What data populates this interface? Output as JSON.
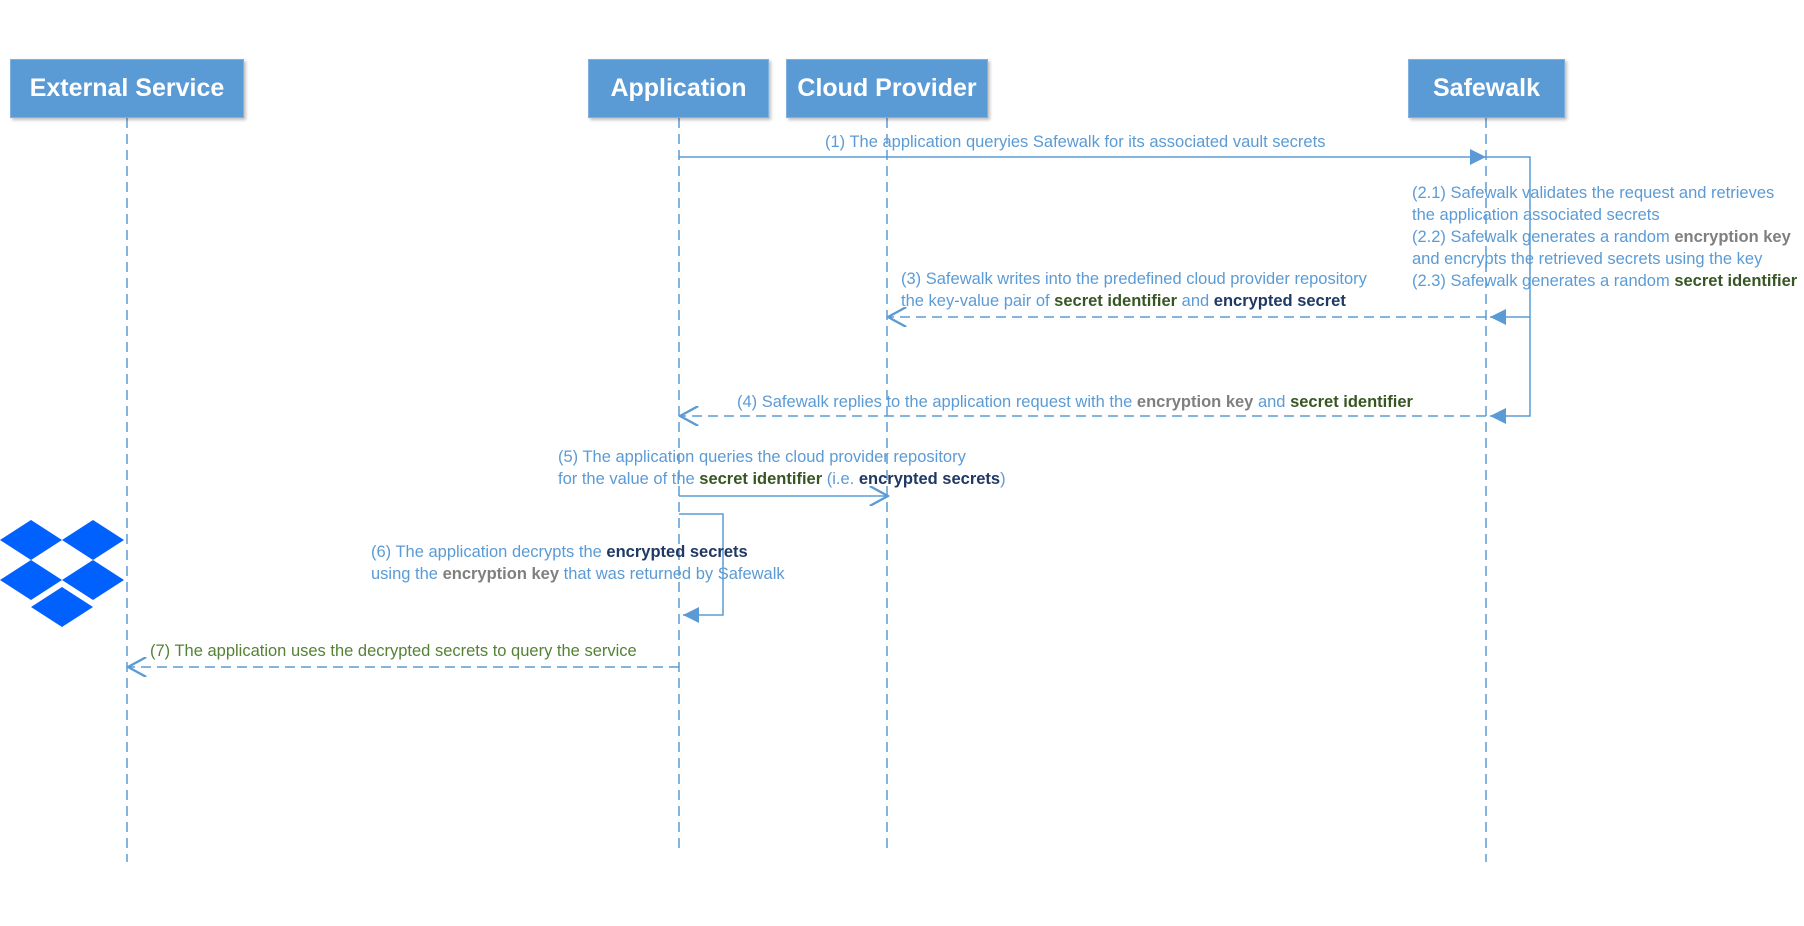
{
  "actors": {
    "external": "External Service",
    "application": "Application",
    "cloud": "Cloud Provider",
    "safewalk": "Safewalk"
  },
  "messages": {
    "m1": "(1) The application queryies Safewalk for its associated vault secrets",
    "m2_1a": "(2.1) Safewalk validates the request and retrieves",
    "m2_1b": "the application associated secrets",
    "m2_2a_pre": "(2.2) Safewalk generates a random ",
    "m2_2a_bold": "encryption key",
    "m2_2b": "and encrypts the retrieved secrets using the key",
    "m2_3_pre": "(2.3) Safewalk generates a random ",
    "m2_3_bold": "secret identifier",
    "m3a": "(3) Safewalk writes into the predefined cloud provider repository",
    "m3b_pre": "the key-value pair of ",
    "m3b_bold1": "secret identifier",
    "m3b_mid": " and ",
    "m3b_bold2": "encrypted secret",
    "m4_pre": "(4) Safewalk replies to the application request with the ",
    "m4_bold1": "encryption key",
    "m4_mid": " and ",
    "m4_bold2": "secret identifier",
    "m5a": "(5) The application queries the cloud provider repository",
    "m5b_pre": "for the value of the ",
    "m5b_bold1": "secret identifier",
    "m5b_mid": " (i.e. ",
    "m5b_bold2": "encrypted secrets",
    "m5b_post": ")",
    "m6a_pre": "(6) The application decrypts the ",
    "m6a_bold": "encrypted secrets",
    "m6b_pre": "using the ",
    "m6b_bold": "encryption key",
    "m6b_post": " that was returned by Safewalk",
    "m7": "(7) The application uses the decrypted secrets to query the service"
  },
  "icons": {
    "service_logo": "dropbox-logo-icon"
  },
  "colors": {
    "actor_fill": "#5b9bd5",
    "lifeline": "#5b9bd5",
    "message_text": "#5b9bd5",
    "green_text": "#548235",
    "bold_gray": "#7f7f7f",
    "bold_dark_green": "#375623",
    "bold_navy": "#1f3864",
    "logo": "#0061fe"
  }
}
